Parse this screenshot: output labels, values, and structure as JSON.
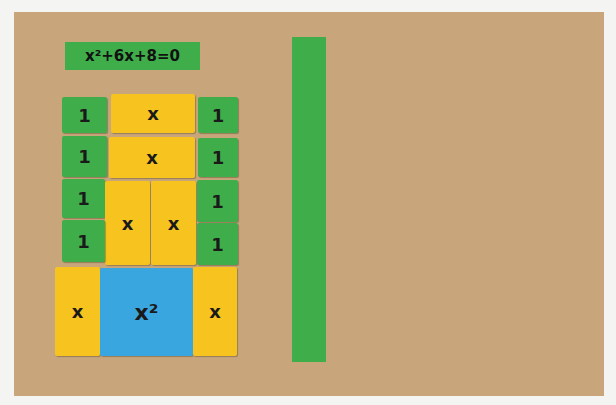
{
  "diagram": {
    "title": "x²+6x+8=0",
    "nodes": [
      {
        "text": [
          "1"
        ]
      },
      {
        "text": [
          "x"
        ]
      },
      {
        "text": [
          "1"
        ]
      },
      {
        "text": [
          "1"
        ]
      },
      {
        "text": [
          "x"
        ]
      },
      {
        "text": [
          "1"
        ]
      },
      {
        "text": [
          "1"
        ]
      },
      {
        "text": [
          "x"
        ]
      },
      {
        "text": [
          "x"
        ]
      },
      {
        "text": [
          "1"
        ]
      },
      {
        "text": [
          "1"
        ]
      },
      {
        "text": [
          "1"
        ]
      },
      {
        "text": [
          "x"
        ]
      },
      {
        "text": [
          "x²"
        ]
      },
      {
        "text": [
          "x"
        ]
      }
    ]
  }
}
